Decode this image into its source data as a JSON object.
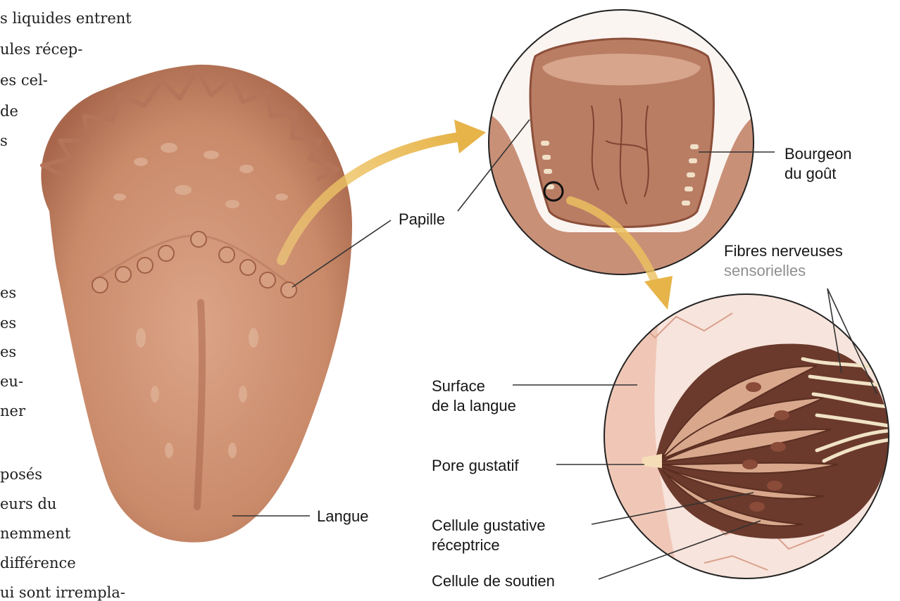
{
  "background_text": [
    "s liquides entrent",
    "ules récep-",
    "es cel-",
    " de",
    "s",
    "es",
    "es",
    "es",
    "eu-",
    "ner",
    "posés",
    "eurs du",
    "nemment",
    " différence",
    "ui sont irrempla-"
  ],
  "labels": {
    "papille": "Papille",
    "bourgeon_line1": "Bourgeon",
    "bourgeon_line2": "du goût",
    "fibres_line1": "Fibres nerveuses",
    "fibres_line2": "sensorielles",
    "surface_line1": "Surface",
    "surface_line2": "de la langue",
    "pore": "Pore gustatif",
    "langue": "Langue",
    "cellule_gustative_line1": "Cellule gustative",
    "cellule_gustative_line2": "réceptrice",
    "cellule_soutien": "Cellule de soutien"
  },
  "colors": {
    "tongue": "#c98a6a",
    "tongue_dark": "#a8674c",
    "papilla_tissue": "#b97d64",
    "arrow": "#e7b44a",
    "cell_dark": "#6b3a2c",
    "cell_light": "#d9a88c",
    "nerve": "#f1e3c6",
    "leader_line": "#333333",
    "accent_grey": "#8f8f8f"
  }
}
